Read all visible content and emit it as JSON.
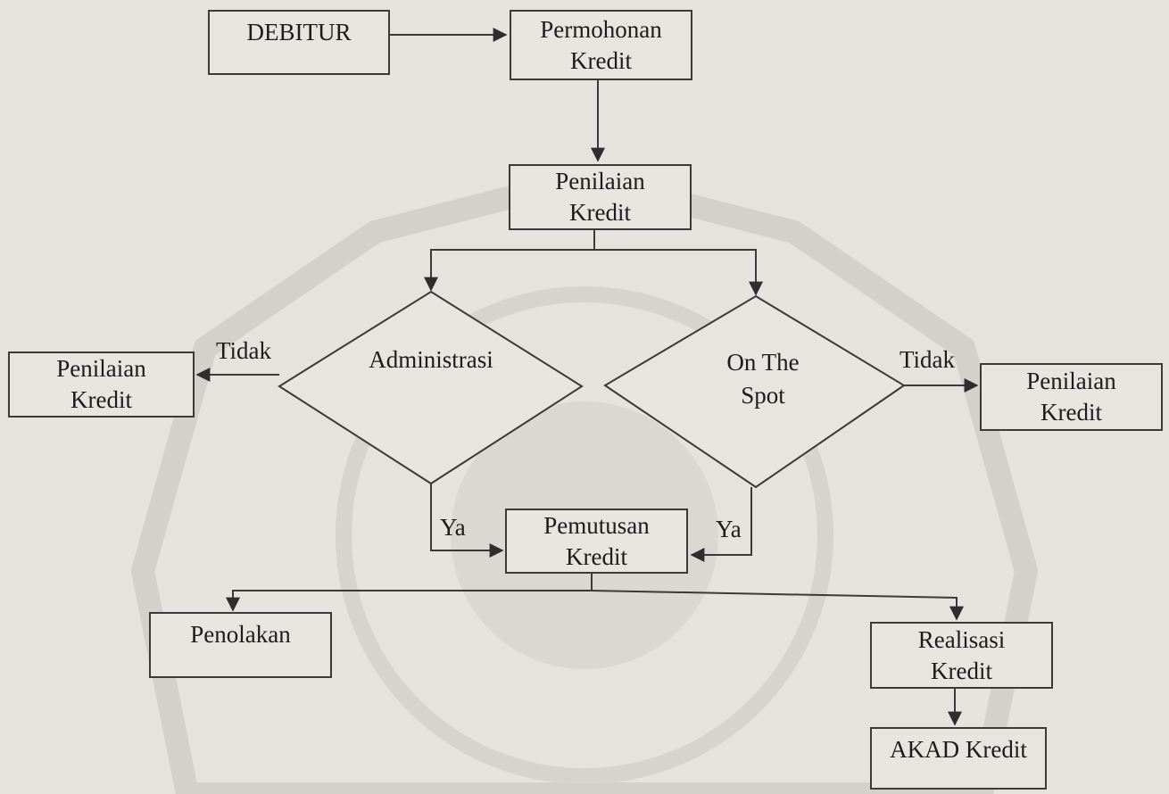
{
  "diagram": {
    "nodes": {
      "debitur": "DEBITUR",
      "permohonan": [
        "Permohonan",
        "Kredit"
      ],
      "penilaian_main": [
        "Penilaian",
        "Kredit"
      ],
      "administrasi": "Administrasi",
      "on_the_spot": [
        "On The",
        "Spot"
      ],
      "penilaian_left": [
        "Penilaian",
        "Kredit"
      ],
      "penilaian_right": [
        "Penilaian",
        "Kredit"
      ],
      "pemutusan": [
        "Pemutusan",
        "Kredit"
      ],
      "penolakan": "Penolakan",
      "realisasi": [
        "Realisasi",
        "Kredit"
      ],
      "akad": "AKAD Kredit"
    },
    "edge_labels": {
      "admin_no": "Tidak",
      "spot_no": "Tidak",
      "admin_yes": "Ya",
      "spot_yes": "Ya"
    },
    "colors": {
      "line": "#3a3a3a",
      "background": "#e4e3de",
      "watermark": "#c9c8c2"
    }
  }
}
